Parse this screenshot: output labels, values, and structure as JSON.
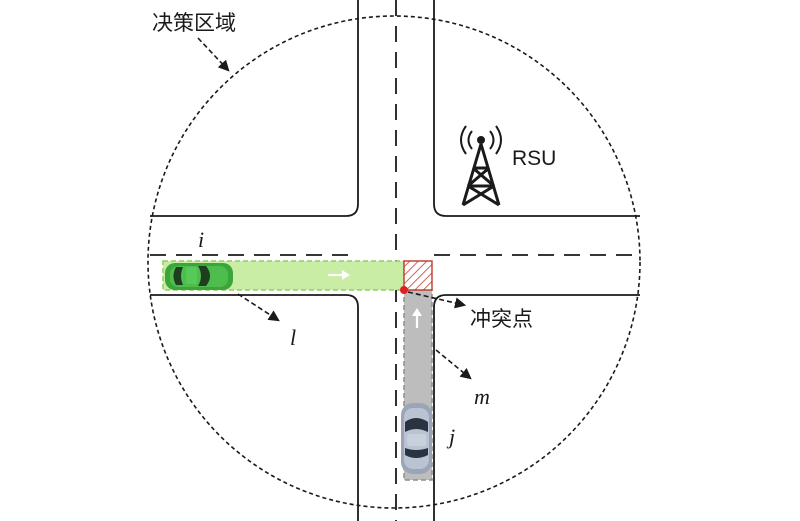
{
  "labels": {
    "decision_zone": "决策区域",
    "rsu": "RSU",
    "conflict_point": "冲突点",
    "lane_i": "i",
    "lane_l": "l",
    "lane_m": "m",
    "lane_j": "j"
  },
  "colors": {
    "road_line": "#1a1a1a",
    "green_path": "#c9eda5",
    "green_path_stroke": "#8fcf5a",
    "green_car": "#3aa63a",
    "gray_path": "#bdbdbd",
    "gray_car": "#9aa6b8",
    "conflict_dot": "#e02020",
    "conflict_hatch": "#c0392b"
  },
  "icons": {
    "tower": "rsu-tower-icon",
    "green_vehicle": "green-car-icon",
    "gray_vehicle": "gray-car-icon"
  }
}
